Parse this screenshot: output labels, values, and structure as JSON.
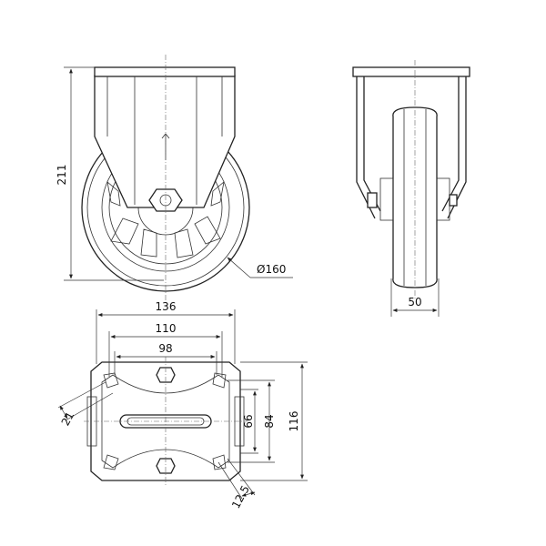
{
  "drawing": {
    "dimensions": {
      "height": "211",
      "wheel_diameter": "Ø160",
      "wheel_width": "50",
      "plate_length": "136",
      "hole_spacing_outer": "110",
      "hole_spacing_inner": "98",
      "plate_width": "116",
      "hole_spacing_width_outer": "84",
      "hole_spacing_width_inner": "66",
      "slot_width": "21",
      "hole_diameter": "12.5"
    }
  }
}
